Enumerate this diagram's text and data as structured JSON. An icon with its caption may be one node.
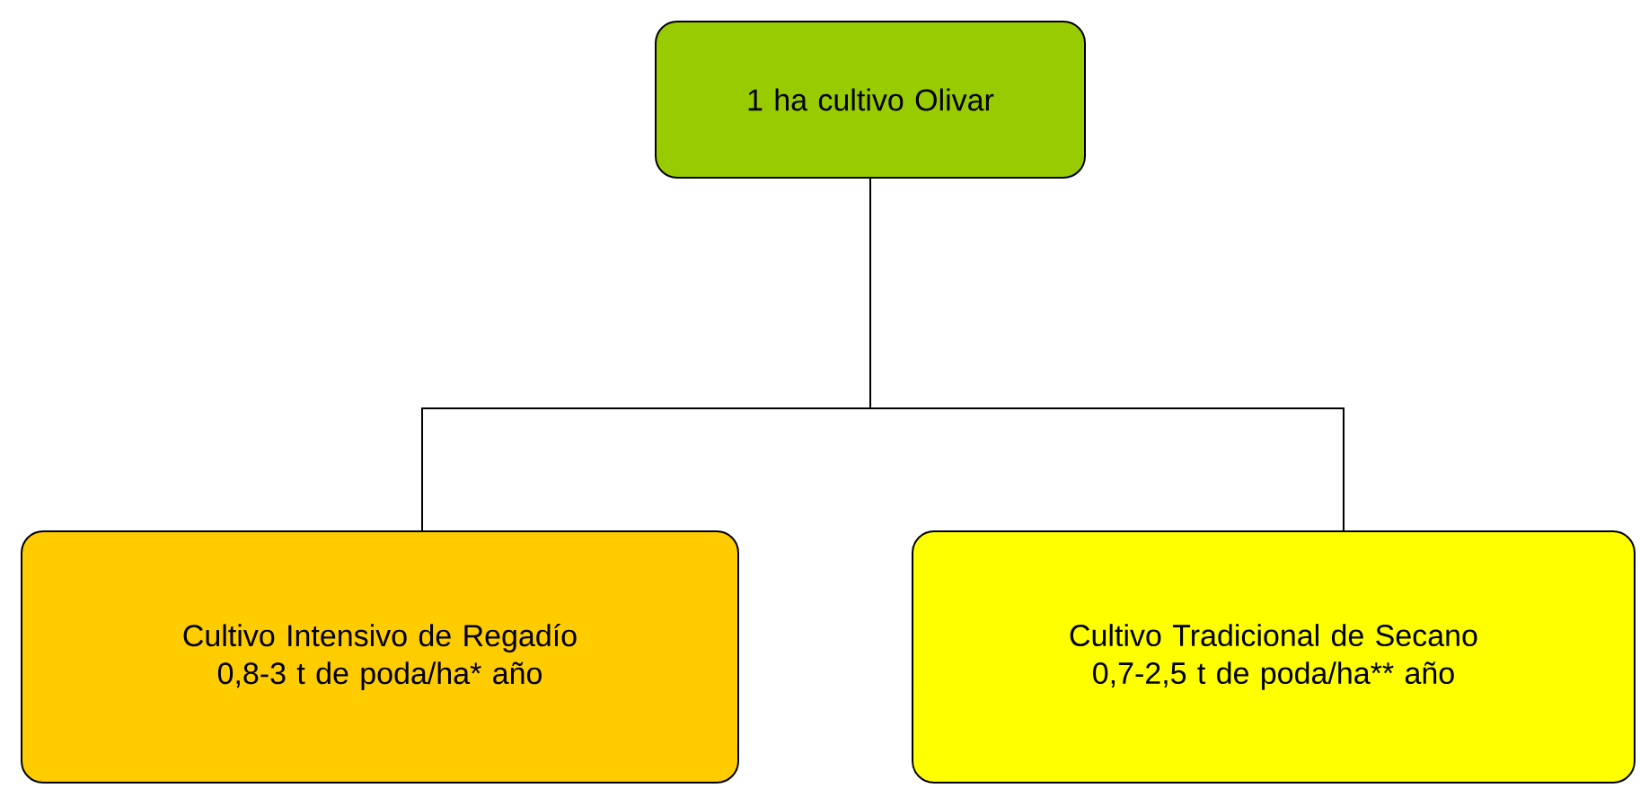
{
  "diagram": {
    "nodes": [
      {
        "text": [
          "1 ha cultivo Olivar"
        ]
      },
      {
        "text": [
          "Cultivo Intensivo de Regadío",
          "0,8-3 t de poda/ha* año"
        ]
      },
      {
        "text": [
          "Cultivo Tradicional de Secano",
          "0,7-2,5 t de poda/ha** año"
        ]
      }
    ],
    "edges": [
      {
        "from": 0,
        "to": 1,
        "arrow": "none"
      },
      {
        "from": 0,
        "to": 2,
        "arrow": "none"
      }
    ]
  }
}
